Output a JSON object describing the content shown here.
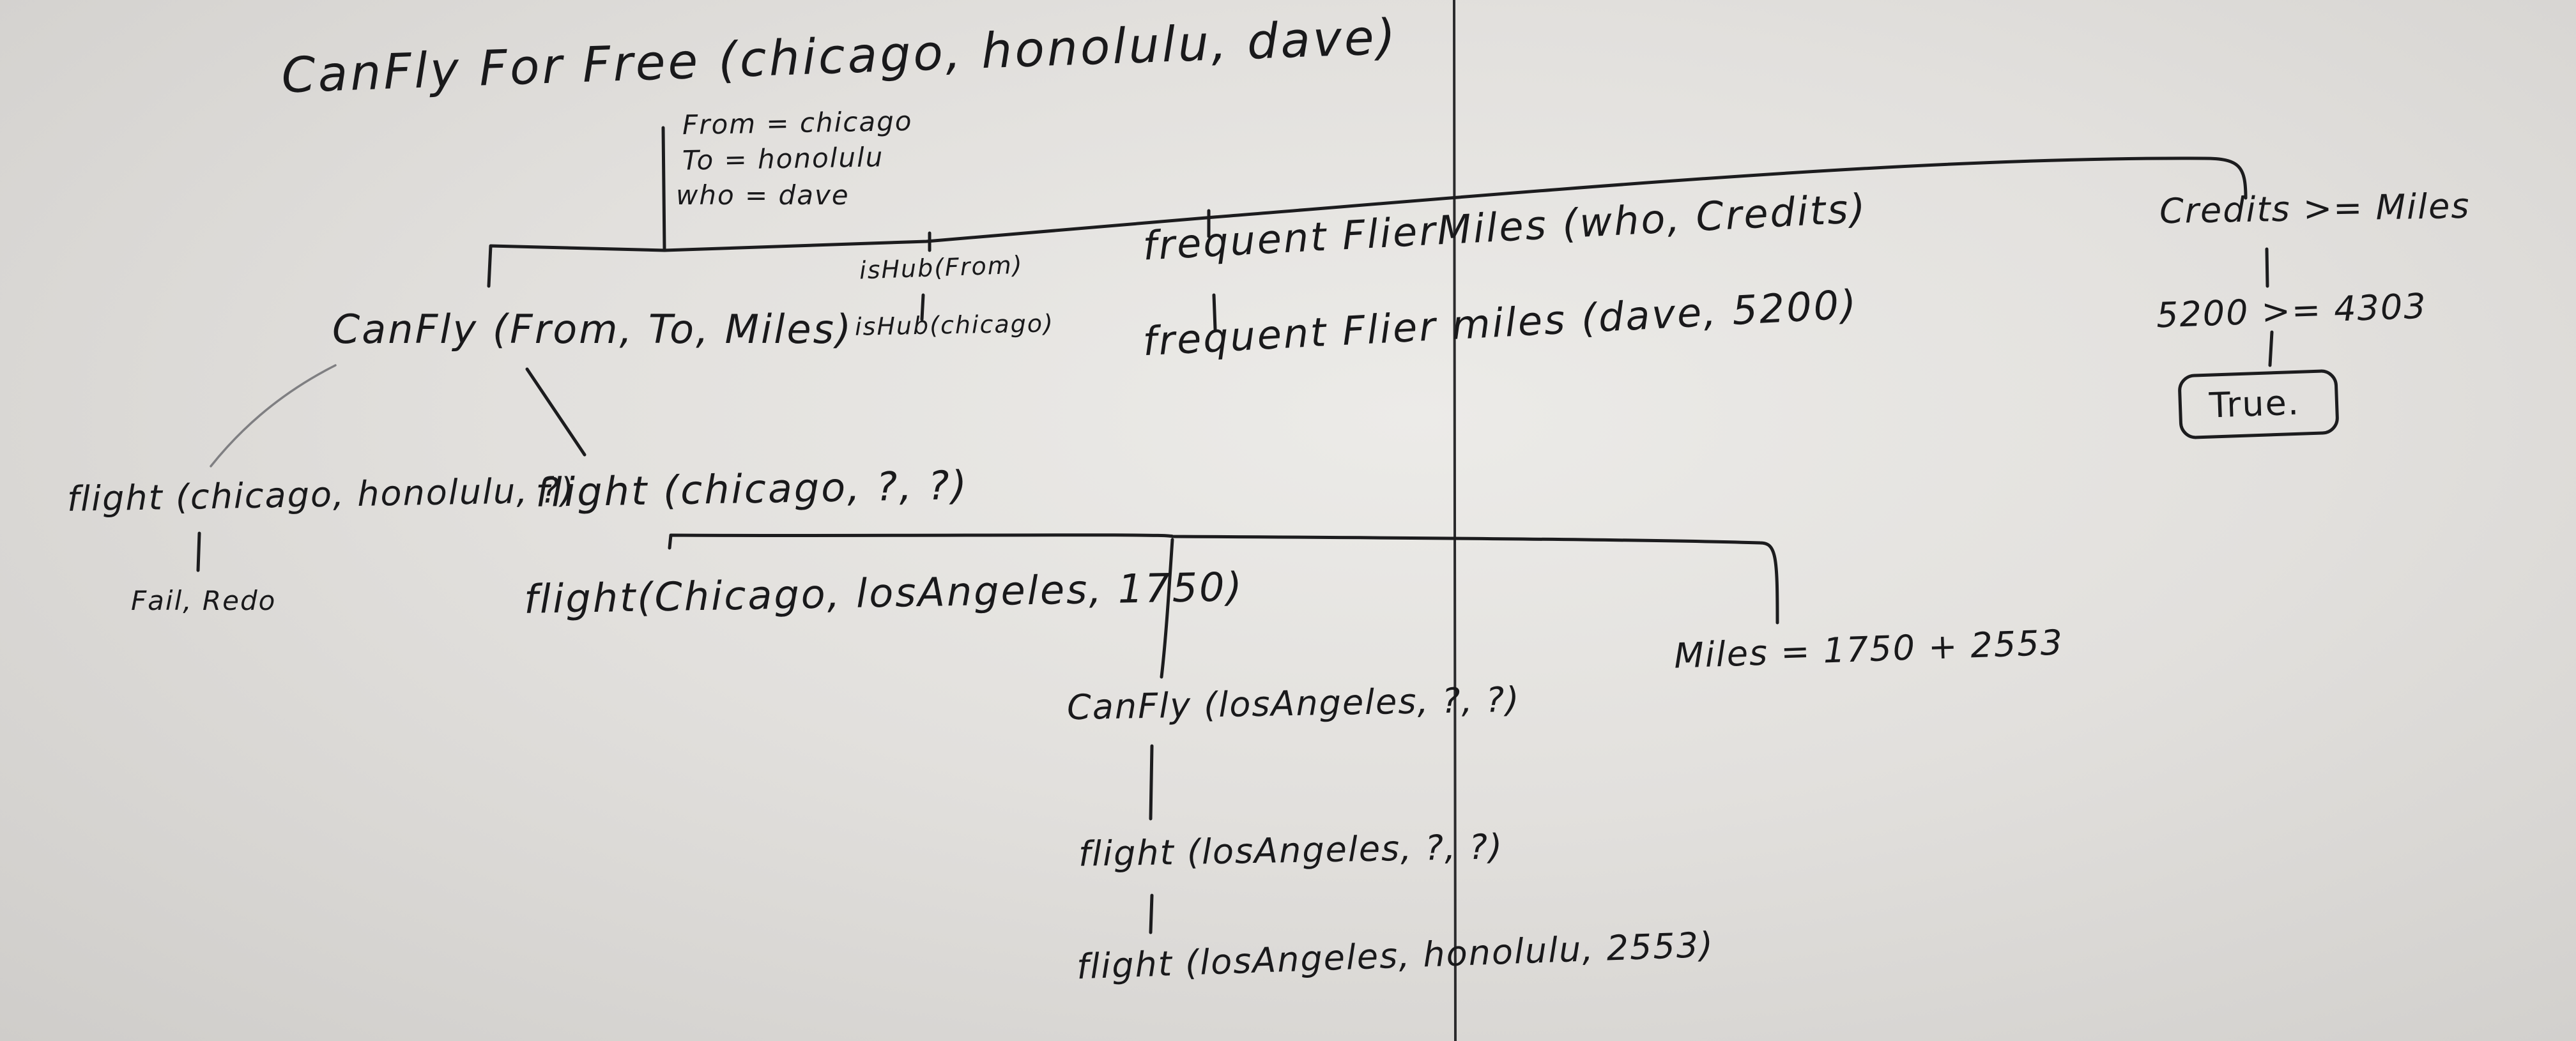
{
  "nodes": {
    "root_call": "CanFly For Free (chicago, honolulu, dave)",
    "binding_from": "From = chicago",
    "binding_to": "To = honolulu",
    "binding_who": "who = dave",
    "canfly_call": "CanFly (From, To, Miles)",
    "ishub_from": "isHub(From)",
    "ishub_chicago": "isHub(chicago)",
    "frequent_flier_vars": "frequent FlierMiles (who, Credits)",
    "frequent_flier_values": "frequent Flier miles (dave, 5200)",
    "credits_check": "Credits >= Miles",
    "credits_values": "5200 >= 4303",
    "result_true": "True.",
    "flight_direct": "flight (chicago, honolulu, ?)",
    "fail_redo": "Fail, Redo",
    "flight_chicago": "flight (chicago, ?, ?)",
    "flight_chicago_la": "flight(Chicago, losAngeles, 1750)",
    "canfly_la": "CanFly (losAngeles, ?, ?)",
    "flight_la_query": "flight (losAngeles, ?, ?)",
    "flight_la_honolulu": "flight (losAngeles, honolulu, 2553)",
    "miles_sum": "Miles = 1750 + 2553"
  }
}
